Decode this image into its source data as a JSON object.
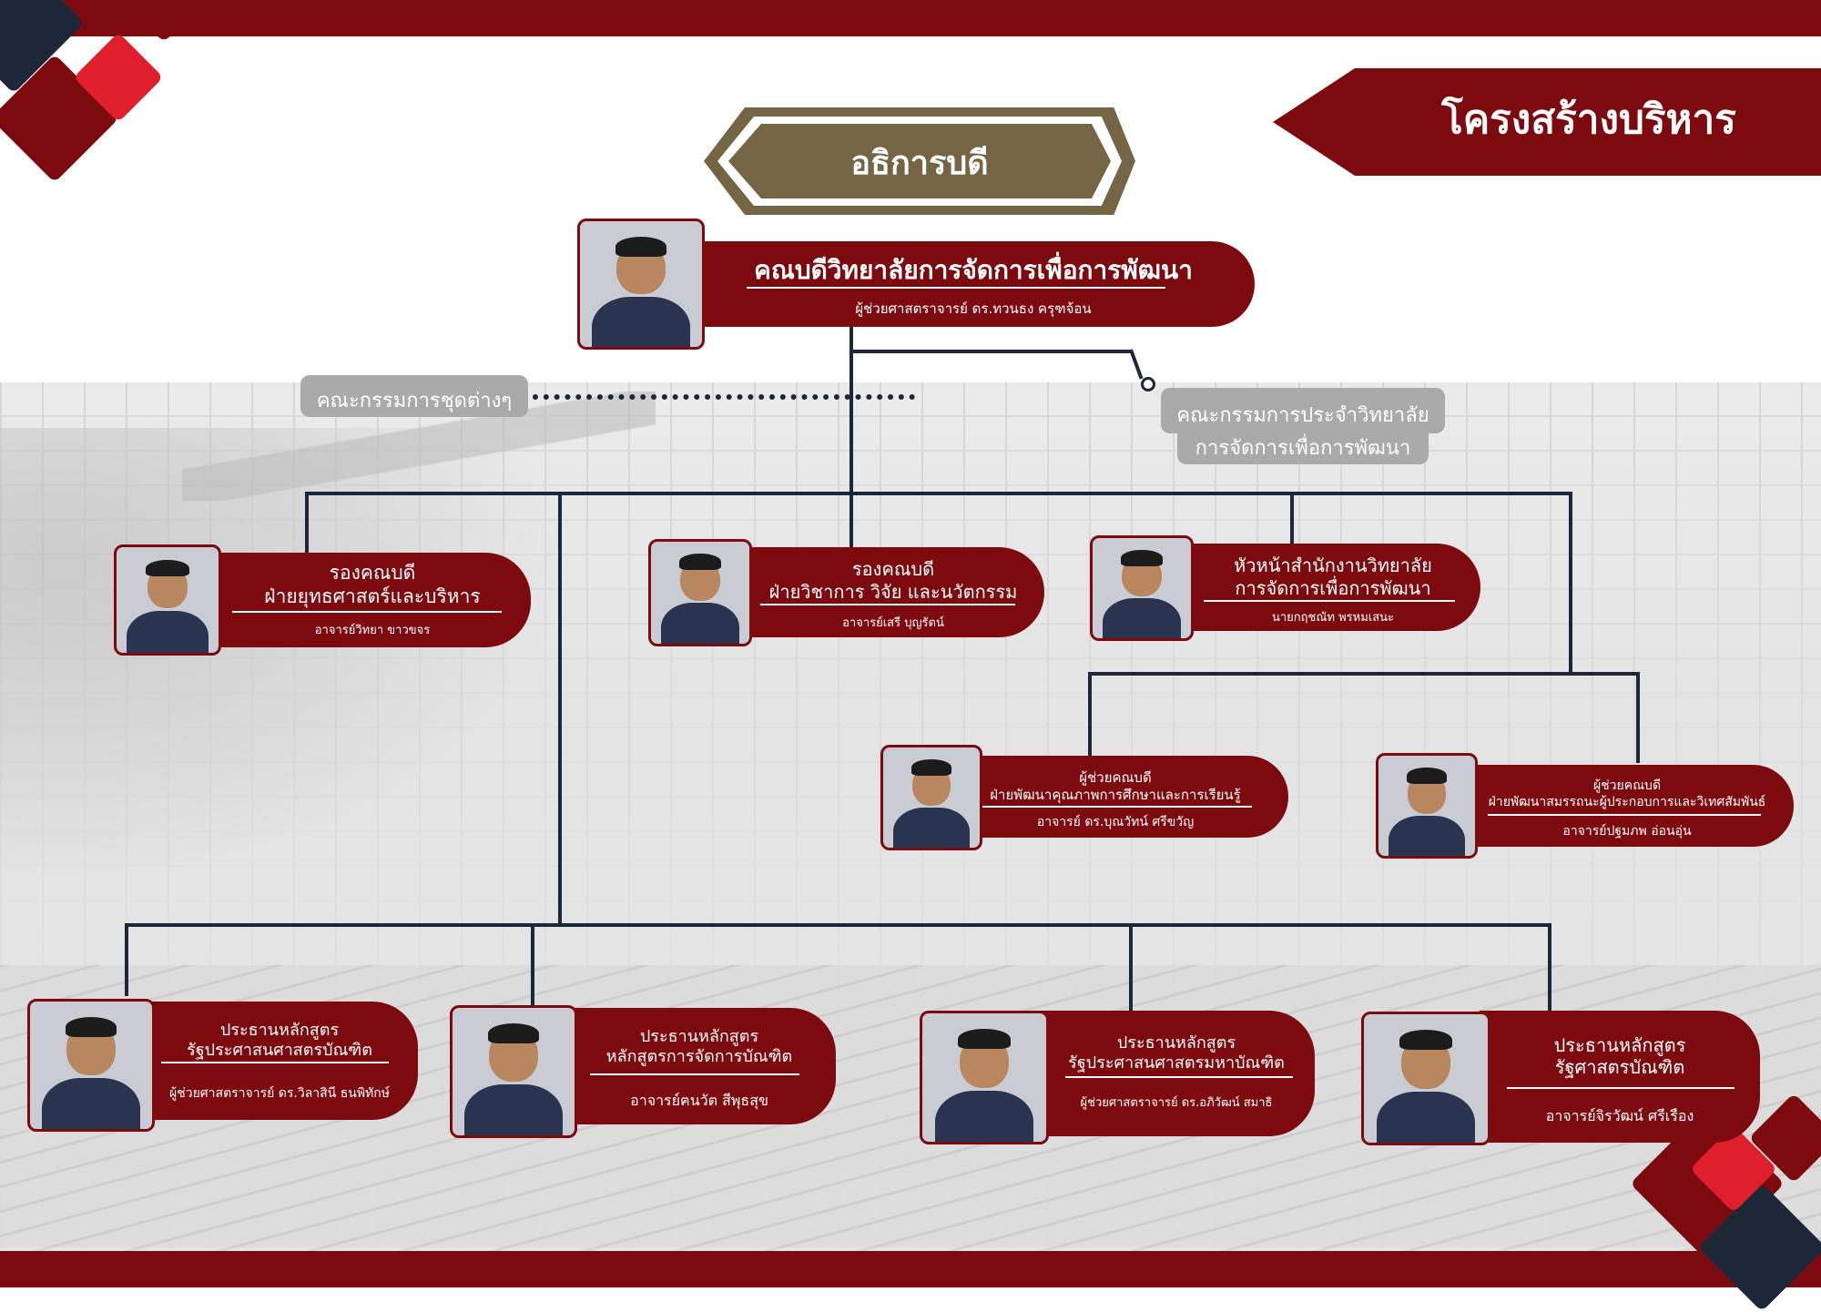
{
  "banner": {
    "title": "โครงสร้างบริหาร"
  },
  "top": {
    "label": "อธิการบดี"
  },
  "dean": {
    "title": "คณบดีวิทยาลัยการจัดการเพื่อการพัฒนา",
    "name": "ผู้ช่วยศาสตราจารย์ ดร.ทวนธง ครุฑจ้อน"
  },
  "committees": {
    "various": "คณะกรรมการชุดต่างๆ",
    "college_line1": "คณะกรรมการประจำวิทยาลัย",
    "college_line2": "การจัดการเพื่อการพัฒนา"
  },
  "level2": [
    {
      "line1": "รองคณบดี",
      "line2": "ฝ่ายยุทธศาสตร์และบริหาร",
      "name": "อาจารย์วิทยา ขาวขจร"
    },
    {
      "line1": "รองคณบดี",
      "line2": "ฝ่ายวิชาการ วิจัย และนวัตกรรม",
      "name": "อาจารย์เสรี บุญรัตน์"
    },
    {
      "line1": "หัวหน้าสำนักงานวิทยาลัย",
      "line2": "การจัดการเพื่อการพัฒนา",
      "name": "นายกฤชณัท พรหมเสนะ"
    }
  ],
  "assistants": [
    {
      "line1": "ผู้ช่วยคณบดี",
      "line2": "ฝ่ายพัฒนาคุณภาพการศึกษาและการเรียนรู้",
      "name": "อาจารย์ ดร.บุณวัทน์ ศรีขวัญ"
    },
    {
      "line1": "ผู้ช่วยคณบดี",
      "line2": "ฝ่ายพัฒนาสมรรถนะผู้ประกอบการและวิเทศสัมพันธ์",
      "name": "อาจารย์ปฐมภพ อ่อนอุ่น"
    }
  ],
  "programs": [
    {
      "line1": "ประธานหลักสูตร",
      "line2": "รัฐประศาสนศาสตรบัณฑิต",
      "name": "ผู้ช่วยศาสตราจารย์ ดร.วิลาสินี ธนพิทักษ์"
    },
    {
      "line1": "ประธานหลักสูตร",
      "line2": "หลักสูตรการจัดการบัณฑิต",
      "name": "อาจารย์ฅนวัต สีพุธสุข"
    },
    {
      "line1": "ประธานหลักสูตร",
      "line2": "รัฐประศาสนศาสตรมหาบัณฑิต",
      "name": "ผู้ช่วยศาสตราจารย์ ดร.อภิวัฒน์ สมาธิ"
    },
    {
      "line1": "ประธานหลักสูตร",
      "line2": "รัฐศาสตรบัณฑิต",
      "name": "อาจารย์จิรวัฒน์ ศรีเรือง"
    }
  ],
  "colors": {
    "maroon": "#7d0a0e",
    "red": "#e01f2d",
    "navy": "#1e2738",
    "gold": "#746645",
    "gray": "#aaaaaa"
  }
}
